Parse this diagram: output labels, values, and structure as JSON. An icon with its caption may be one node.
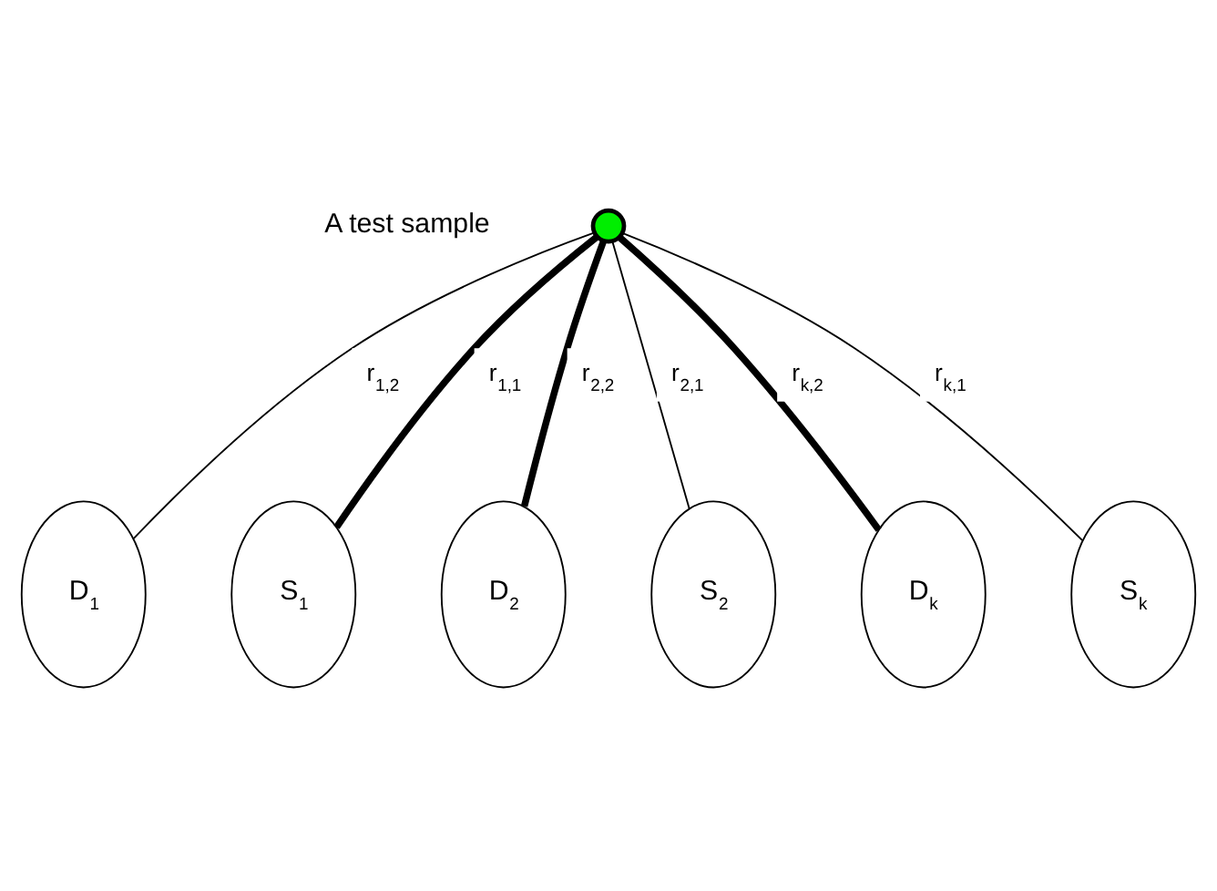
{
  "diagram": {
    "nodes": [
      {
        "text": [],
        "shape": "circle",
        "beside": [
          "A test sample"
        ]
      },
      {
        "text": [
          "D$_{1}$"
        ]
      },
      {
        "text": [
          "S$_{1}$"
        ]
      },
      {
        "text": [
          "D$_{2}$"
        ]
      },
      {
        "text": [
          "S$_{2}$"
        ]
      },
      {
        "text": [
          "D$_{k}$"
        ]
      },
      {
        "text": [
          "S$_{k}$"
        ]
      }
    ],
    "edges": [
      {
        "from": 0,
        "to": 1,
        "arrow": "none",
        "label": "r$_{1,2}$"
      },
      {
        "from": 0,
        "to": 2,
        "arrow": "none",
        "label": "r$_{1,1}$",
        "style": "thick"
      },
      {
        "from": 0,
        "to": 4,
        "arrow": "none",
        "label": "r$_{2,1}$"
      },
      {
        "from": 0,
        "to": 3,
        "arrow": "none",
        "label": "r$_{2,2}$",
        "style": "thick"
      },
      {
        "from": 0,
        "to": 5,
        "arrow": "none",
        "label": "r$_{k,2}$",
        "style": "thick"
      },
      {
        "from": 0,
        "to": 6,
        "arrow": "none",
        "label": "r$_{k,1}$"
      }
    ]
  }
}
